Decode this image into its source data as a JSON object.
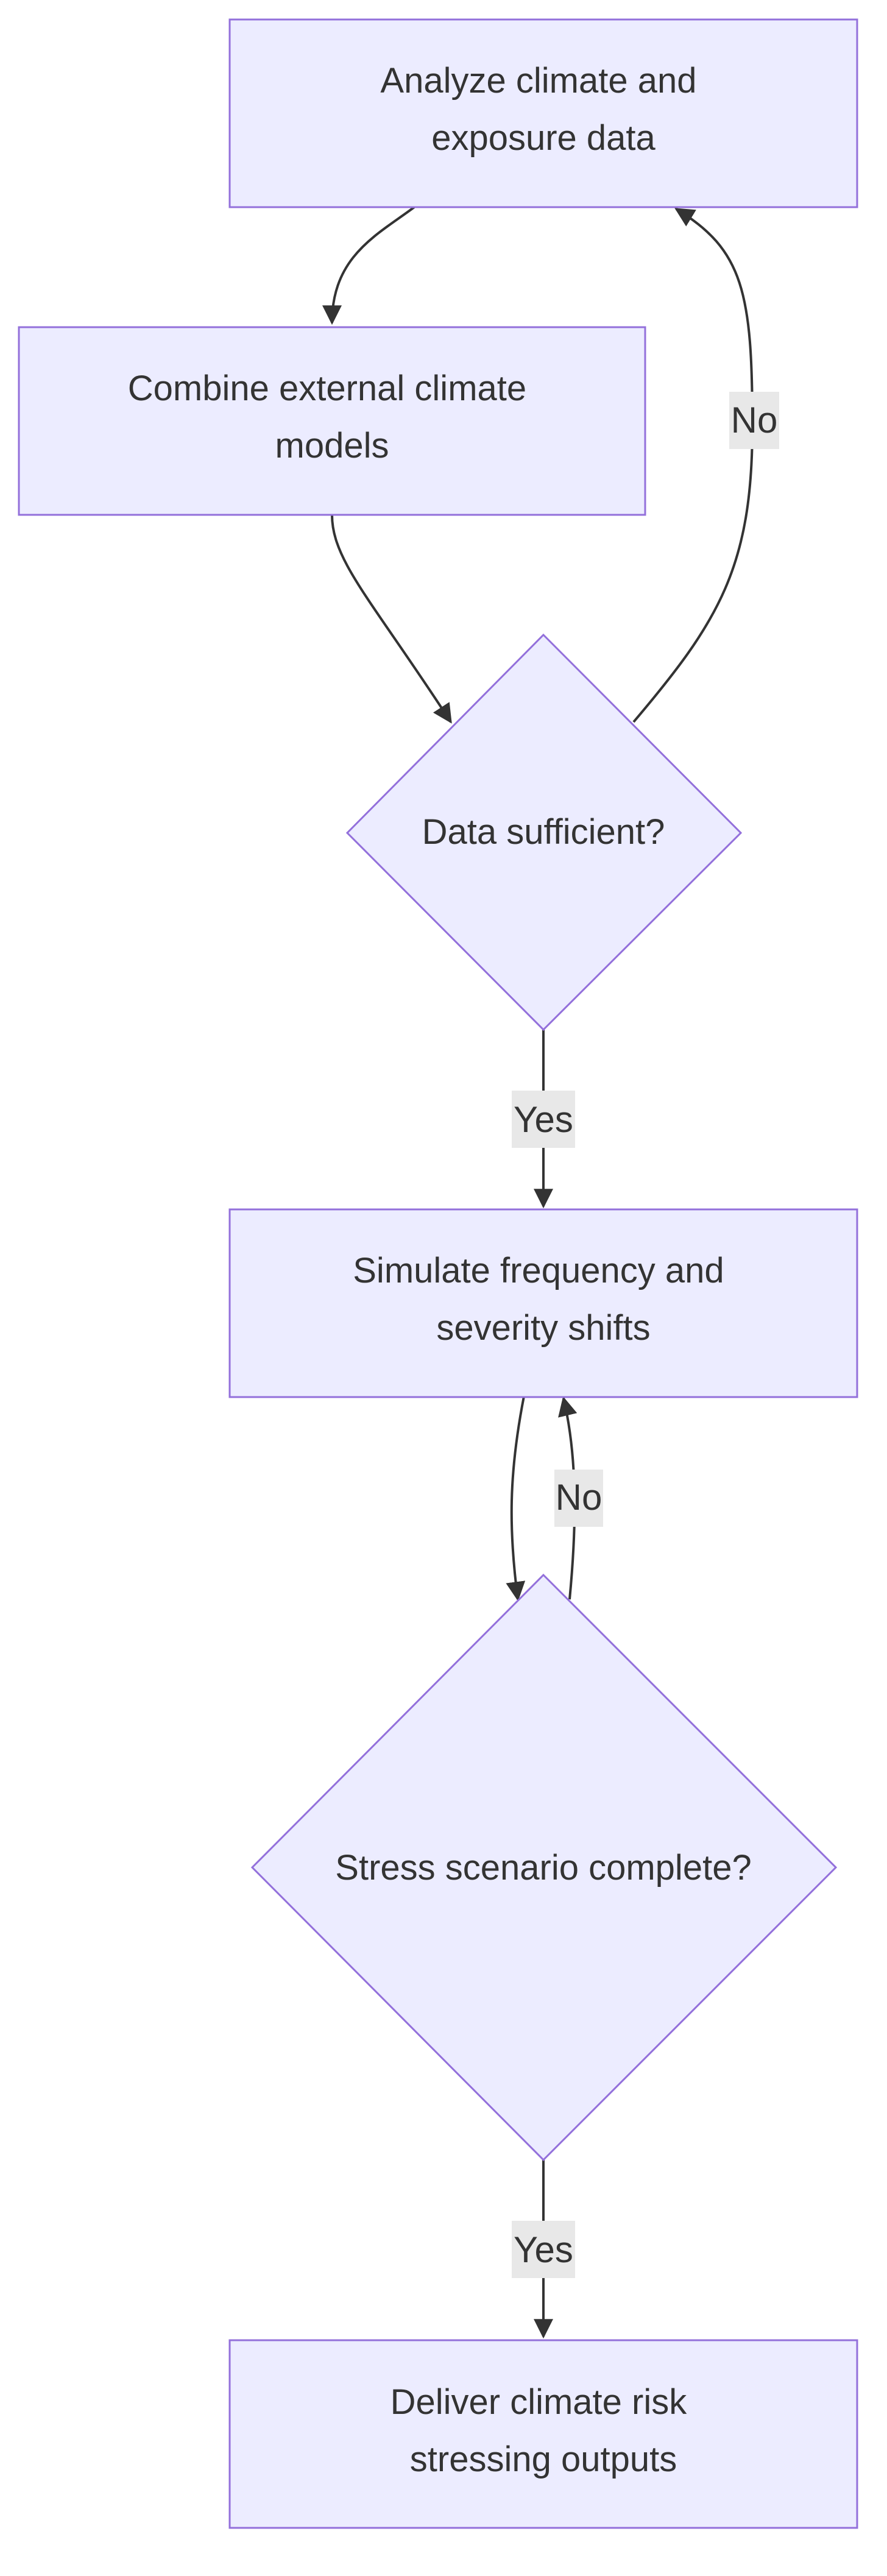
{
  "nodes": {
    "analyze": {
      "lines": [
        "Analyze climate and",
        "exposure data"
      ]
    },
    "combine": {
      "lines": [
        "Combine external climate",
        "models"
      ]
    },
    "data_check": {
      "lines": [
        "Data sufficient?"
      ]
    },
    "simulate": {
      "lines": [
        "Simulate frequency and",
        "severity shifts"
      ]
    },
    "stress_check": {
      "lines": [
        "Stress scenario complete?"
      ]
    },
    "deliver": {
      "lines": [
        "Deliver climate risk",
        "stressing outputs"
      ]
    }
  },
  "edges": {
    "data_no": "No",
    "data_yes": "Yes",
    "stress_no": "No",
    "stress_yes": "Yes"
  },
  "colors": {
    "node_fill": "#ECECFF",
    "node_stroke": "#9370DB",
    "edge": "#333333",
    "label_bg": "#e8e8e8"
  }
}
